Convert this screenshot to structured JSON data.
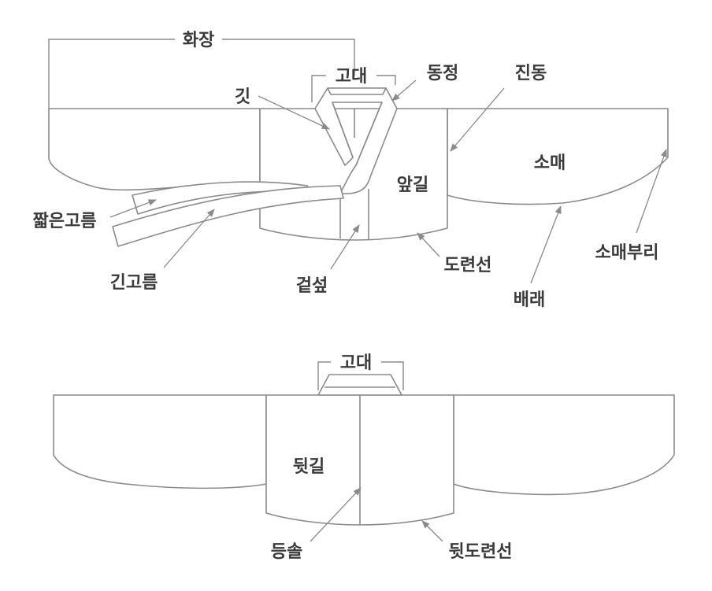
{
  "front_labels": {
    "hwajang": "화장",
    "godae": "고대",
    "git": "깃",
    "dongjeong": "동정",
    "jindong": "진동",
    "sleeve": "소매",
    "front_panel": "앞길",
    "short_ribbon": "짧은고름",
    "long_ribbon": "긴고름",
    "overlap_panel": "겉섶",
    "doryeonseon": "도련선",
    "sleeve_end": "소매부리",
    "baerae": "배래"
  },
  "back_labels": {
    "godae": "고대",
    "back_panel": "뒷길",
    "back_seam": "등솔",
    "back_hemline": "뒷도련선"
  },
  "colors": {
    "line": "#8a8a8a",
    "text": "#3a3a3a",
    "background": "#ffffff"
  }
}
